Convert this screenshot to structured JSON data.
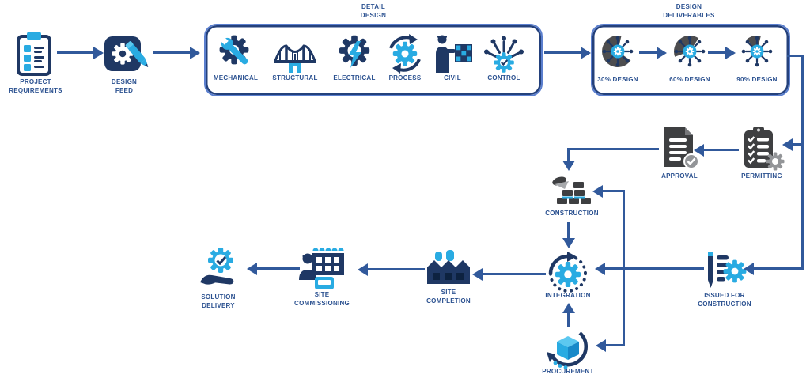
{
  "palette": {
    "navy": "#1f3864",
    "bright_blue": "#29abe2",
    "steel_connector": "#31599b",
    "label_blue": "#2b5190",
    "charcoal": "#3e3f41",
    "gray": "#939598",
    "box_border_outer": "#5b7fce",
    "box_border_inner": "#24417c"
  },
  "nodes": {
    "project_requirements": {
      "line1": "PROJECT",
      "line2": "REQUIREMENTS",
      "icon": "clipboard-checklist-icon"
    },
    "design_feed": {
      "line1": "DESIGN",
      "line2": "FEED",
      "icon": "gear-pencil-app-icon"
    },
    "permitting": {
      "label": "PERMITTING",
      "icon": "permit-clipboard-gear-icon"
    },
    "approval": {
      "label": "APPROVAL",
      "icon": "approved-document-icon"
    },
    "construction": {
      "label": "CONSTRUCTION",
      "icon": "bricklaying-icon"
    },
    "integration": {
      "label": "INTEGRATION",
      "icon": "gear-cycle-icon"
    },
    "procurement": {
      "label": "PROCUREMENT",
      "icon": "package-cycle-icon"
    },
    "issued_for_construction": {
      "line1": "ISSUED FOR",
      "line2": "CONSTRUCTION",
      "icon": "pencil-document-gear-icon"
    },
    "site_completion": {
      "line1": "SITE",
      "line2": "COMPLETION",
      "icon": "factory-buildings-icon"
    },
    "site_commissioning": {
      "line1": "SITE",
      "line2": "COMMISSIONING",
      "icon": "engineer-factory-tablet-icon"
    },
    "solution_delivery": {
      "line1": "SOLUTION",
      "line2": "DELIVERY",
      "icon": "hand-gear-check-icon"
    }
  },
  "groups": {
    "detail_design": {
      "title_line1": "DETAIL",
      "title_line2": "DESIGN",
      "items": [
        {
          "label": "MECHANICAL",
          "icon": "gear-wrench-icon"
        },
        {
          "label": "STRUCTURAL",
          "icon": "bridge-icon"
        },
        {
          "label": "ELECTRICAL",
          "icon": "gear-lightning-icon"
        },
        {
          "label": "PROCESS",
          "icon": "gear-loop-arrows-icon"
        },
        {
          "label": "CIVIL",
          "icon": "worker-building-icon"
        },
        {
          "label": "CONTROL",
          "icon": "smart-control-icon"
        }
      ]
    },
    "design_deliverables": {
      "title_line1": "DESIGN",
      "title_line2": "DELIVERABLES",
      "items": [
        {
          "label": "30% DESIGN",
          "percent": 30
        },
        {
          "label": "60% DESIGN",
          "percent": 60
        },
        {
          "label": "90% DESIGN",
          "percent": 90
        }
      ]
    }
  }
}
